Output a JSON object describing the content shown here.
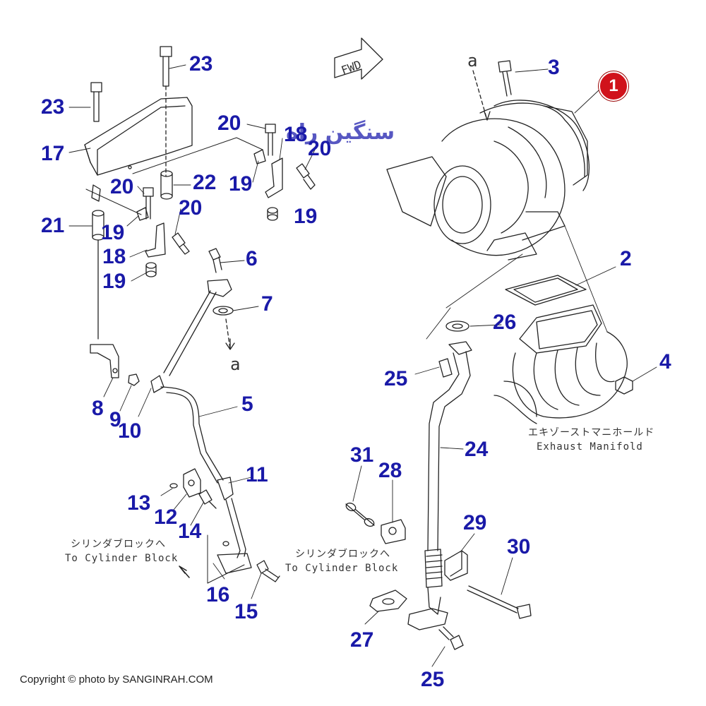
{
  "title_badge": "1",
  "watermark": "سنگین راه",
  "fwd": "FWD",
  "copyright": "Copyright © photo by SANGINRAH.COM",
  "view_marks": {
    "top": "a",
    "pipe": "a"
  },
  "notes": {
    "cyl_block_left_jp": "シリンダブロックへ",
    "cyl_block_left_en": "To Cylinder Block",
    "cyl_block_right_jp": "シリンダブロックへ",
    "cyl_block_right_en": "To Cylinder Block",
    "manifold_jp": "エキゾーストマニホールド",
    "manifold_en": "Exhaust Manifold"
  },
  "callouts": {
    "c23a": "23",
    "c23b": "23",
    "c17": "17",
    "c20a": "20",
    "c18a": "18",
    "c20b": "20",
    "c19a": "19",
    "c22": "22",
    "c20c": "20",
    "c19b": "19",
    "c20d": "20",
    "c21": "21",
    "c19c": "19",
    "c18b": "18",
    "c19d": "19",
    "c6": "6",
    "c7": "7",
    "c3": "3",
    "c2": "2",
    "c26": "26",
    "c4": "4",
    "c25a": "25",
    "c8": "8",
    "c9": "9",
    "c10": "10",
    "c5": "5",
    "c24": "24",
    "c31": "31",
    "c28": "28",
    "c11": "11",
    "c13": "13",
    "c12": "12",
    "c14": "14",
    "c29": "29",
    "c30": "30",
    "c16": "16",
    "c15": "15",
    "c27": "27",
    "c25b": "25"
  }
}
